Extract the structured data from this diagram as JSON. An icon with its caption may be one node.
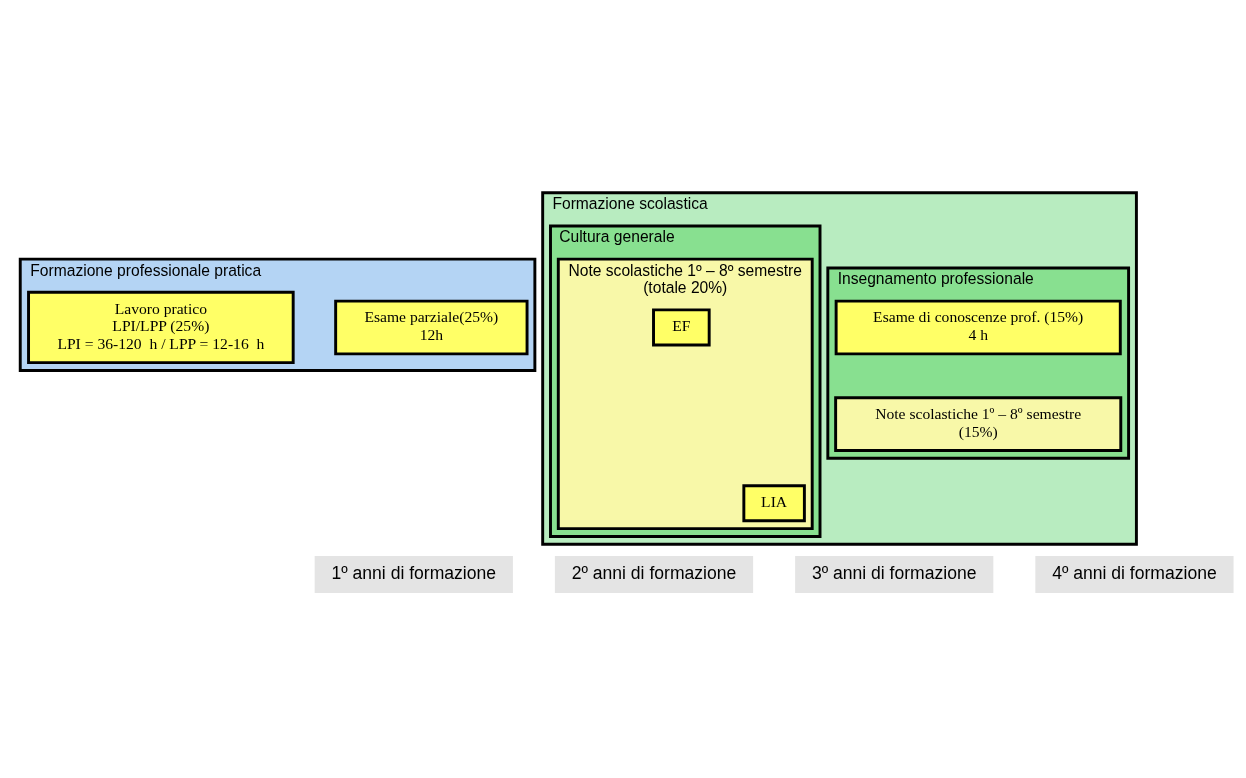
{
  "diagram": {
    "nodes": [
      {
        "text": [
          "Formazione professionale pratica"
        ]
      },
      {
        "text": [
          "Esame parziale(25%)",
          "12h"
        ],
        "in": 0
      },
      {
        "text": [
          "Lavoro pratico",
          "LPI/LPP (25%)",
          "LPI = 36-120  h / LPP = 12-16  h"
        ],
        "in": 0
      },
      {
        "text": [
          "Formazione scolastica"
        ]
      },
      {
        "text": [
          "Insegnamento professionale"
        ],
        "in": 3
      },
      {
        "text": [
          "Note scolastiche 1º – 8º semestre",
          "(15%)"
        ],
        "in": 4
      },
      {
        "text": [
          "Esame di conoscenze prof. (15%)",
          "4 h"
        ],
        "in": 4
      },
      {
        "text": [
          "Cultura generale"
        ],
        "in": 3
      },
      {
        "text": [
          "Note scolastiche 1º – 8º semestre",
          "(totale 20%)"
        ],
        "in": 7
      },
      {
        "text": [
          "LIA"
        ],
        "in": 8
      },
      {
        "text": [
          "EF"
        ],
        "in": 8
      }
    ],
    "labels": [
      "1º anni di formazione",
      "2º anni di formazione",
      "3º anni di formazione",
      "4º anni di formazione"
    ]
  }
}
